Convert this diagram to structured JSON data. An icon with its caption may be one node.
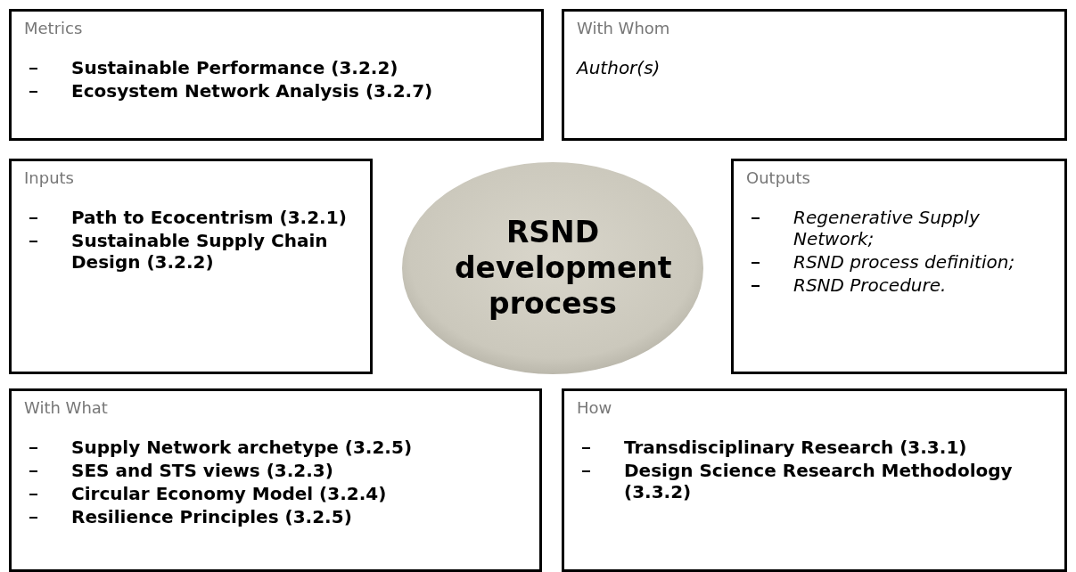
{
  "diagram": {
    "nodes": [
      {
        "text": [
          "Metrics",
          "Sustainable Performance (3.2.2)",
          "Ecosystem Network Analysis (3.2.7)"
        ]
      },
      {
        "text": [
          "With Whom",
          "Author(s)"
        ]
      },
      {
        "text": [
          "Inputs",
          "Path to Ecocentrism (3.2.1)",
          "Sustainable Supply Chain Design (3.2.2)"
        ]
      },
      {
        "text": [
          "RSND development process"
        ]
      },
      {
        "text": [
          "Outputs",
          "Regenerative Supply Network;",
          "RSND process definition;",
          "RSND Procedure."
        ]
      },
      {
        "text": [
          "With What",
          "Supply Network archetype (3.2.5)",
          "SES and STS views (3.2.3)",
          "Circular Economy Model (3.2.4)",
          "Resilience Principles (3.2.5)"
        ]
      },
      {
        "text": [
          "How",
          "Transdisciplinary Research (3.3.1)",
          "Design Science Research Methodology (3.3.2)"
        ]
      }
    ]
  }
}
